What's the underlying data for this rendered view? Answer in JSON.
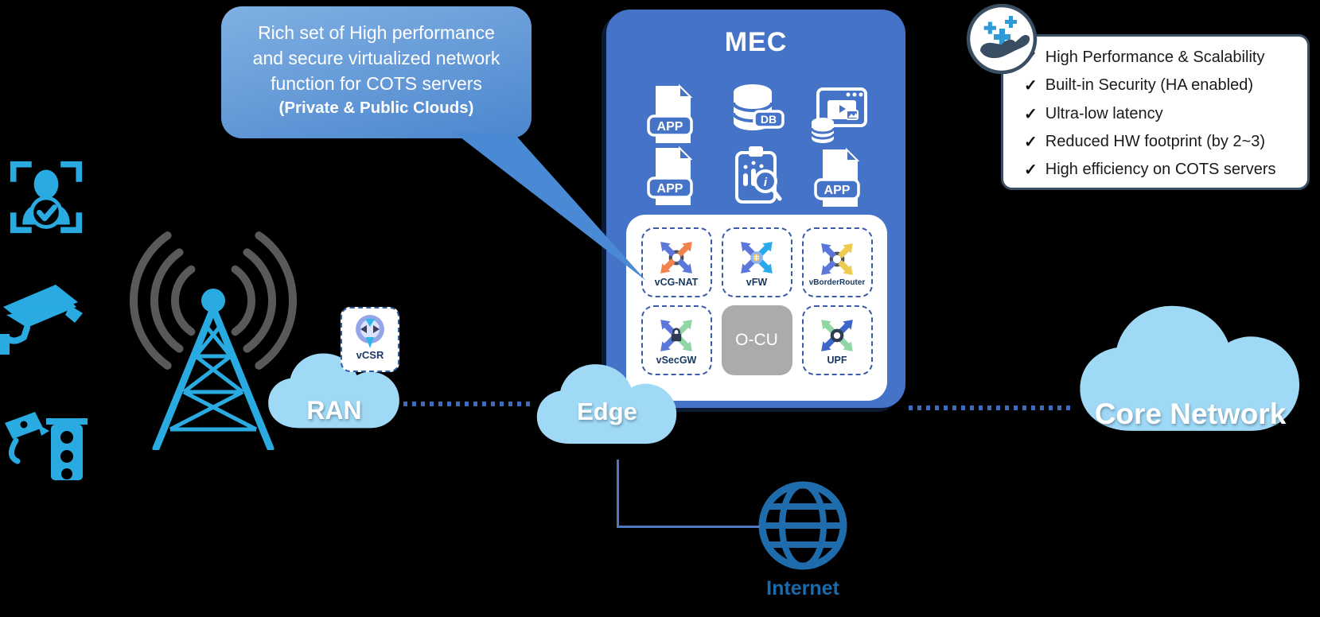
{
  "background": "#000000",
  "callout": {
    "line1": "Rich set of High performance",
    "line2": "and secure virtualized network",
    "line3": "function for COTS servers",
    "line4": "(Private & Public Clouds)"
  },
  "mec": {
    "title": "MEC",
    "app_label": "APP",
    "db_label": "DB",
    "tiles": [
      {
        "label": "vCG-NAT"
      },
      {
        "label": "vFW"
      },
      {
        "label": "vBorderRouter"
      },
      {
        "label": "vSecGW"
      },
      {
        "label": "O-CU"
      },
      {
        "label": "UPF"
      }
    ]
  },
  "benefits": {
    "check": "✓",
    "items": [
      "High Performance & Scalability",
      "Built-in Security (HA enabled)",
      "Ultra-low latency",
      "Reduced HW footprint (by 2~3)",
      "High efficiency on COTS servers"
    ]
  },
  "clouds": {
    "ran": "RAN",
    "edge": "Edge",
    "core": "Core Network"
  },
  "vcsr_label": "vCSR",
  "internet_label": "Internet",
  "icons": {
    "left_column": [
      "face-recognition-icon",
      "cctv-camera-icon",
      "traffic-camera-icon"
    ],
    "radio": [
      "cell-tower-icon",
      "radio-waves-icon"
    ],
    "mec_top_icons": [
      "app-file-icon",
      "database-icon",
      "media-server-icon",
      "app-file-icon",
      "analytics-clipboard-icon",
      "app-file-icon"
    ],
    "vnf_icons": [
      "nat-arrows-icon",
      "firewall-arrows-icon",
      "border-router-arrows-icon",
      "secgw-lock-arrows-icon",
      "upf-arrows-icon"
    ],
    "other": [
      "vcsr-router-icon",
      "hand-sparkles-icon",
      "internet-globe-icon",
      "cloud-icon"
    ]
  },
  "colors": {
    "mec_blue": "#4573C7",
    "cloud_light_blue": "#9FD9F6",
    "icon_light_blue": "#29ABE2",
    "wave_gray": "#58595B",
    "dark_blue": "#1A6AAE",
    "dotted_line": "#3E6BBB",
    "bubble_top": "#7FB0E2",
    "bubble_bottom": "#4C86CE",
    "gray_tile": "#ABABAB",
    "navy_text": "#17375E",
    "arrow_indigo": "#5C77DA",
    "arrow_orange": "#F0824C",
    "arrow_cyan": "#29A9EB",
    "arrow_yellow": "#EDCB4F",
    "arrow_green": "#92D5A5"
  }
}
